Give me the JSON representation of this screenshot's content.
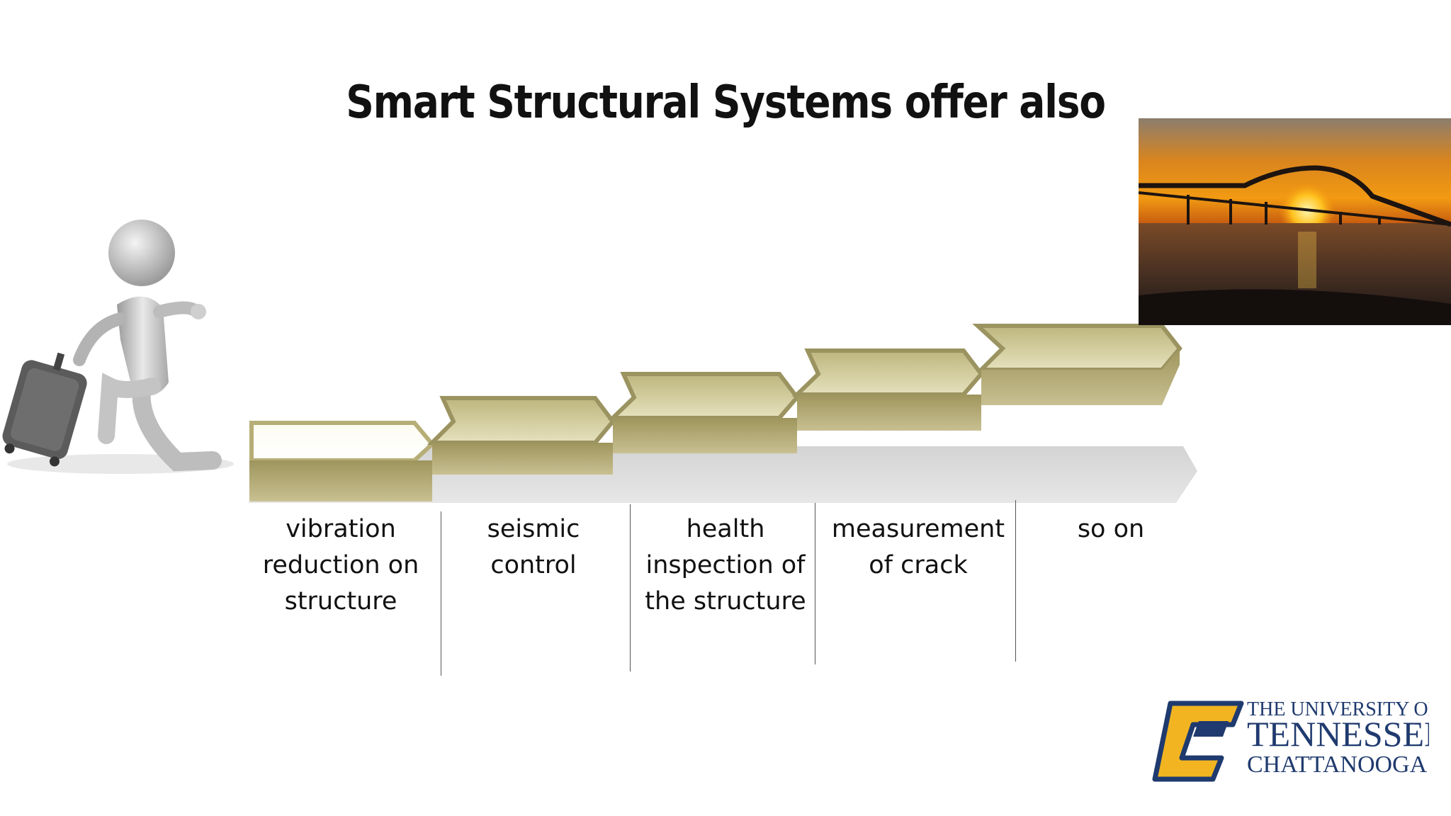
{
  "slide": {
    "title": "Smart Structural Systems offer also",
    "steps": [
      {
        "label": "vibration reduction on structure"
      },
      {
        "label": "seismic control"
      },
      {
        "label": "health inspection of the structure"
      },
      {
        "label": "measurement of crack"
      },
      {
        "label": "so on"
      }
    ]
  },
  "logo": {
    "line1": "THE UNIVERSITY OF",
    "line2": "TENNESSEE",
    "line3": "CHATTANOOGA"
  },
  "colors": {
    "step_gold_light": "#d8d2a4",
    "step_gold_dark": "#8d844f",
    "logo_gold": "#f2b521",
    "logo_navy": "#1f3a6e"
  }
}
